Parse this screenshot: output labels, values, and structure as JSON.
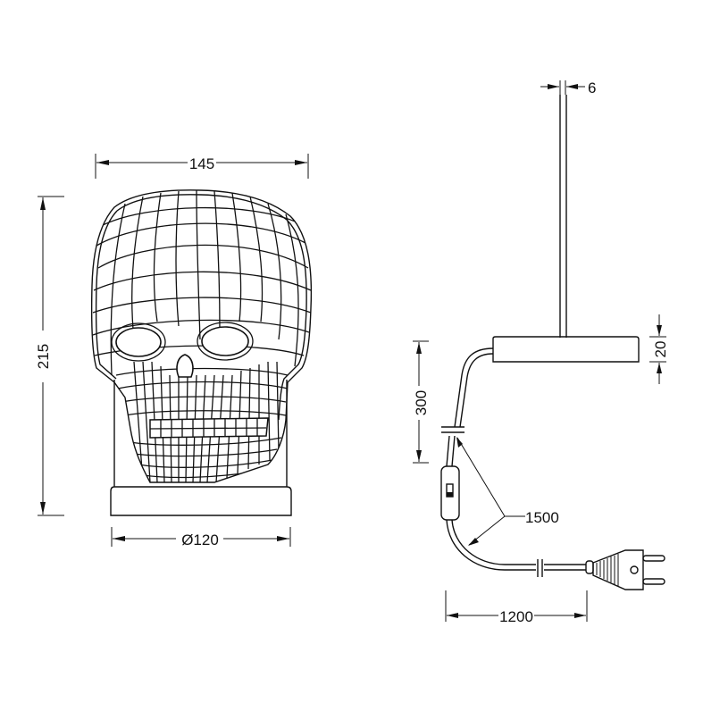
{
  "drawing": {
    "title": "Skull table lamp technical dimension drawing",
    "line_color": "#111111",
    "background": "#ffffff"
  },
  "front_view": {
    "dimensions": {
      "width": "145",
      "height": "215",
      "base_diameter": "Ø120"
    },
    "parts": [
      "skull-panel",
      "panel-stand",
      "round-base"
    ]
  },
  "side_view": {
    "dimensions": {
      "panel_thickness": "6",
      "base_height": "20",
      "switch_distance": "300",
      "cable_length": "1500",
      "plug_distance": "1200"
    },
    "parts": [
      "acrylic-panel",
      "base",
      "cable",
      "inline-switch",
      "eu-plug"
    ]
  }
}
